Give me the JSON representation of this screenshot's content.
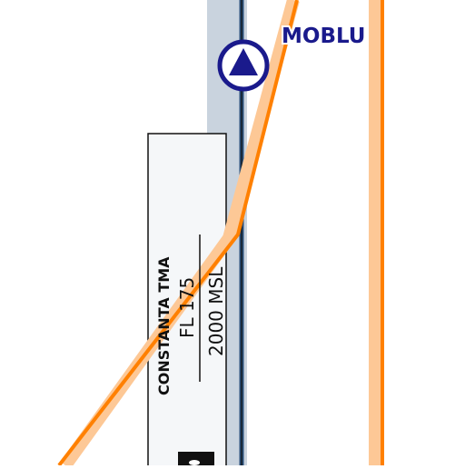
{
  "map": {
    "waypoint": {
      "name": "MOBLU",
      "icon": "triangle-in-circle-waypoint-icon"
    },
    "airspace": {
      "name": "CONSTANTA TMA",
      "upper_limit": "FL 175",
      "lower_limit": "2000 MSL"
    },
    "colors": {
      "route": "#ff8000",
      "route_halo": "#fdc896",
      "waypoint": "#1a1a8c",
      "boundary_band": "#c9d3de",
      "boundary_line": "#2a4f7a",
      "label_box": "#f5f7f9"
    }
  }
}
